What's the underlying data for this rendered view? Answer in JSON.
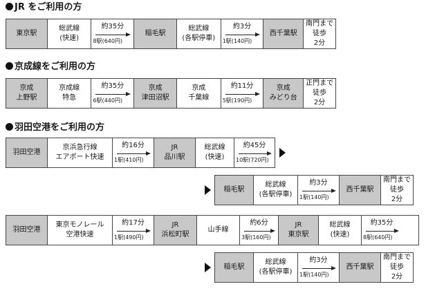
{
  "sections": {
    "jr": {
      "title": "JR をご利用の方",
      "row": {
        "c1": [
          "東京駅"
        ],
        "c2": [
          "総武線",
          "(快速)"
        ],
        "c3": {
          "time": "約35分",
          "stops": "8駅(640円)"
        },
        "c4": [
          "稲毛駅"
        ],
        "c5": [
          "総武線",
          "(各駅停車)"
        ],
        "c6": {
          "time": "約3分",
          "stops": "1駅(140円)"
        },
        "c7": [
          "西千葉駅"
        ],
        "c8": [
          "南門まで",
          "徒歩",
          "2分"
        ]
      }
    },
    "keisei": {
      "title": "京成線をご利用の方",
      "row": {
        "c1": [
          "京成",
          "上野駅"
        ],
        "c2": [
          "京成線",
          "特急"
        ],
        "c3": {
          "time": "約35分",
          "stops": "6駅(440円)"
        },
        "c4": [
          "京成",
          "津田沼駅"
        ],
        "c5": [
          "京成",
          "千葉線"
        ],
        "c6": {
          "time": "約11分",
          "stops": "5駅(190円)"
        },
        "c7": [
          "京成",
          "みどり台"
        ],
        "c8": [
          "正門まで",
          "徒歩",
          "2分"
        ]
      }
    },
    "haneda": {
      "title": "羽田空港をご利用の方",
      "route1a": {
        "c1": [
          "羽田空港"
        ],
        "c2": [
          "京浜急行線",
          "エアポート快速"
        ],
        "c3": {
          "time": "約16分",
          "stops": "1駅(410円)"
        },
        "c4": [
          "JR",
          "品川駅"
        ],
        "c5": [
          "総武線",
          "(快速)"
        ],
        "c6": {
          "time": "約45分",
          "stops": "10駅(720円)"
        }
      },
      "route1b": {
        "c1": [
          "稲毛駅"
        ],
        "c2": [
          "総武線",
          "(各駅停車)"
        ],
        "c3": {
          "time": "約3分",
          "stops": "1駅(140円)"
        },
        "c4": [
          "西千葉駅"
        ],
        "c5": [
          "南門まで",
          "徒歩",
          "2分"
        ]
      },
      "route2a": {
        "c1": [
          "羽田空港"
        ],
        "c2": [
          "東京モノレール",
          "空港快速"
        ],
        "c3": {
          "time": "約17分",
          "stops": "1駅(490円)"
        },
        "c4": [
          "JR",
          "浜松町駅"
        ],
        "c5": [
          "山手線"
        ],
        "c6": {
          "time": "約6分",
          "stops": "3駅(160円)"
        },
        "c7": [
          "JR",
          "東京駅"
        ],
        "c8": [
          "総武線",
          "(快速)"
        ],
        "c9": {
          "time": "約35分",
          "stops": "8駅(640円)"
        }
      },
      "route2b": {
        "c1": [
          "稲毛駅"
        ],
        "c2": [
          "総武線",
          "(各駅停車)"
        ],
        "c3": {
          "time": "約3分",
          "stops": "1駅(140円)"
        },
        "c4": [
          "西千葉駅"
        ],
        "c5": [
          "南門まで",
          "徒歩",
          "2分"
        ]
      }
    }
  }
}
